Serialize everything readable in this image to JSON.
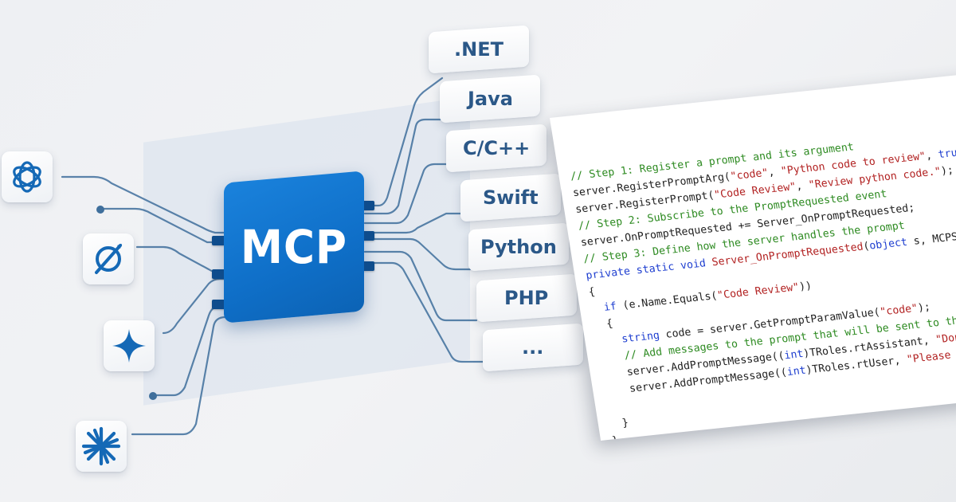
{
  "center": {
    "label": "MCP"
  },
  "clients": [
    {
      "icon": "openai-icon"
    },
    {
      "icon": "perplexity-icon"
    },
    {
      "icon": "gemini-icon"
    },
    {
      "icon": "claude-icon"
    }
  ],
  "languages": [
    ".NET",
    "Java",
    "C/C++",
    "Swift",
    "Python",
    "PHP",
    "..."
  ],
  "code": [
    [
      [
        "comment",
        "// Step 1: Register a prompt and its argument"
      ]
    ],
    [
      [
        "plain",
        "server.RegisterPromptArg("
      ],
      [
        "string",
        "\"code\""
      ],
      [
        "plain",
        ", "
      ],
      [
        "string",
        "\"Python code to review\""
      ],
      [
        "plain",
        ", "
      ],
      [
        "keyword",
        "true"
      ],
      [
        "plain",
        ");"
      ]
    ],
    [
      [
        "plain",
        "server.RegisterPrompt("
      ],
      [
        "string",
        "\"Code Review\""
      ],
      [
        "plain",
        ", "
      ],
      [
        "string",
        "\"Review python code.\""
      ],
      [
        "plain",
        ");"
      ]
    ],
    [
      [
        "comment",
        "// Step 2: Subscribe to the PromptRequested event"
      ]
    ],
    [
      [
        "plain",
        "server.OnPromptRequested += Server_OnPromptRequested;"
      ]
    ],
    [
      [
        "comment",
        "// Step 3: Define how the server handles the prompt"
      ]
    ],
    [
      [
        "keyword",
        "private static void "
      ],
      [
        "string",
        "Server_OnPromptRequested"
      ],
      [
        "plain",
        "("
      ],
      [
        "keyword",
        "object"
      ],
      [
        "plain",
        " s, MCPServ"
      ]
    ],
    [
      [
        "plain",
        "{"
      ]
    ],
    [
      [
        "plain",
        "  "
      ],
      [
        "keyword",
        "if"
      ],
      [
        "plain",
        " (e.Name.Equals("
      ],
      [
        "string",
        "\"Code Review\""
      ],
      [
        "plain",
        "))"
      ]
    ],
    [
      [
        "plain",
        "  {"
      ]
    ],
    [
      [
        "plain",
        "    "
      ],
      [
        "keyword",
        "string"
      ],
      [
        "plain",
        " code = server.GetPromptParamValue("
      ],
      [
        "string",
        "\"code\""
      ],
      [
        "plain",
        ");"
      ]
    ],
    [
      [
        "comment",
        "    // Add messages to the prompt that will be sent to the"
      ]
    ],
    [
      [
        "plain",
        "    server.AddPromptMessage(("
      ],
      [
        "keyword",
        "int"
      ],
      [
        "plain",
        ")TRoles.rtAssistant, "
      ],
      [
        "string",
        "\"Don'"
      ]
    ],
    [
      [
        "plain",
        "    server.AddPromptMessage(("
      ],
      [
        "keyword",
        "int"
      ],
      [
        "plain",
        ")TRoles.rtUser, "
      ],
      [
        "string",
        "\"Please re"
      ]
    ],
    [
      [
        "plain",
        ""
      ]
    ],
    [
      [
        "plain",
        "  }"
      ]
    ],
    [
      [
        "plain",
        "}"
      ]
    ]
  ],
  "colors": {
    "chip": "#1277d3",
    "wire": "#3f6f9c",
    "language_text": "#2b5888",
    "comment": "#2e8b22",
    "string": "#b22222",
    "keyword": "#1f3fd0"
  }
}
